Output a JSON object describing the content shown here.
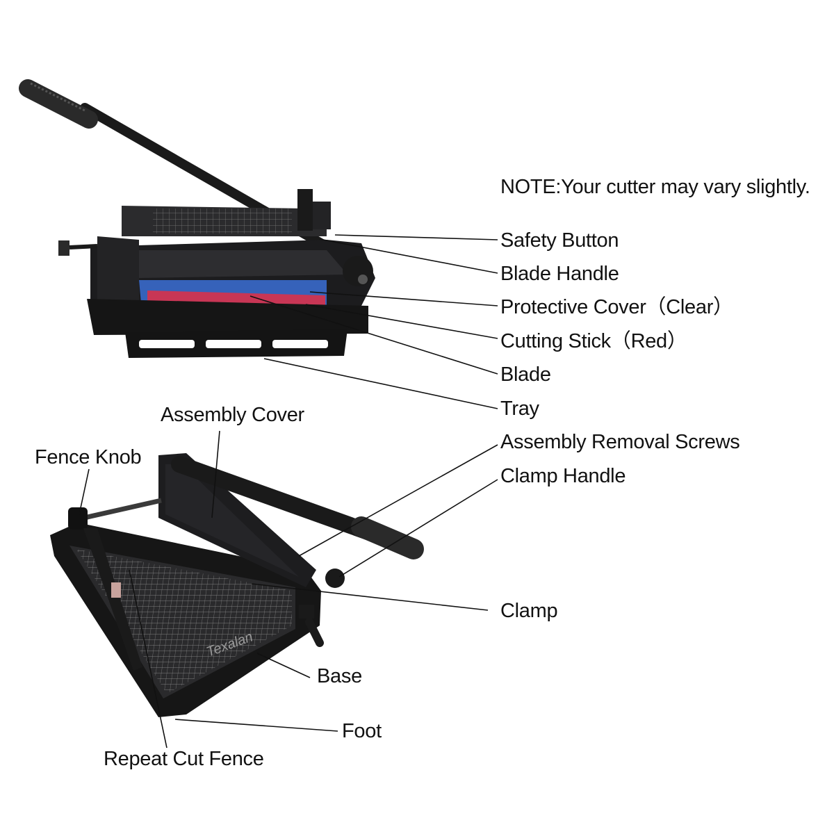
{
  "note": "NOTE:Your cutter may vary slightly.",
  "brand": "Texalan",
  "top_labels": {
    "safety_button": "Safety Button",
    "blade_handle": "Blade Handle",
    "protective_cover": "Protective Cover（Clear）",
    "cutting_stick": "Cutting Stick（Red）",
    "blade": "Blade",
    "tray": "Tray"
  },
  "bottom_labels": {
    "assembly_removal_screws": "Assembly Removal Screws",
    "clamp_handle": "Clamp Handle",
    "clamp": "Clamp",
    "assembly_cover": "Assembly Cover",
    "fence_knob": "Fence Knob",
    "base": "Base",
    "foot": "Foot",
    "repeat_cut_fence": "Repeat Cut Fence"
  },
  "colors": {
    "body": "#1c1c1e",
    "grid": "#8a8a8a",
    "protective_cover": "#3b6fd6",
    "cutting_stick": "#d8324a",
    "leader": "#111111"
  }
}
